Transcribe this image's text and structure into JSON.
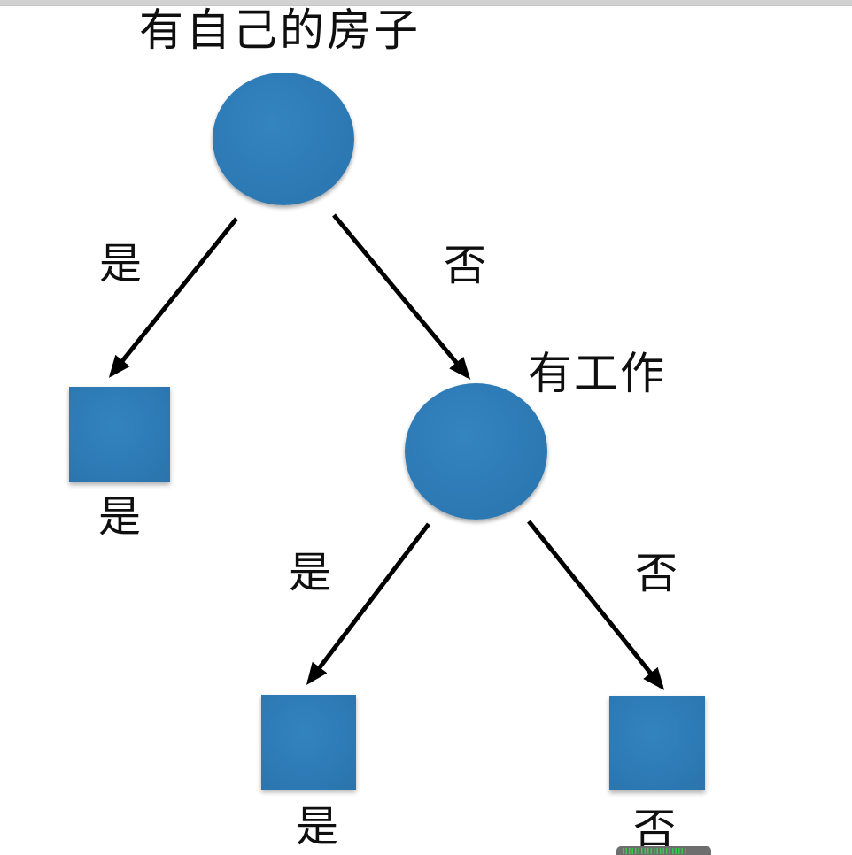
{
  "page": {
    "top_bar_color": "#d1d1d1",
    "background": "#ffffff"
  },
  "tree": {
    "root": {
      "label": "有自己的房子",
      "shape": "circle"
    },
    "nodes": {
      "job": {
        "label": "有工作",
        "shape": "circle"
      }
    },
    "edges": {
      "root_yes": "是",
      "root_no": "否",
      "job_yes": "是",
      "job_no": "否"
    },
    "leaves": {
      "house_yes": "是",
      "job_yes": "是",
      "job_no": "否"
    },
    "colors": {
      "node_fill": "#2e7cb8",
      "arrow": "#000000",
      "text": "#0f0f0f"
    }
  },
  "player": {
    "scrubber_color": "#6e6e6e",
    "tick_color": "#36c94a"
  }
}
